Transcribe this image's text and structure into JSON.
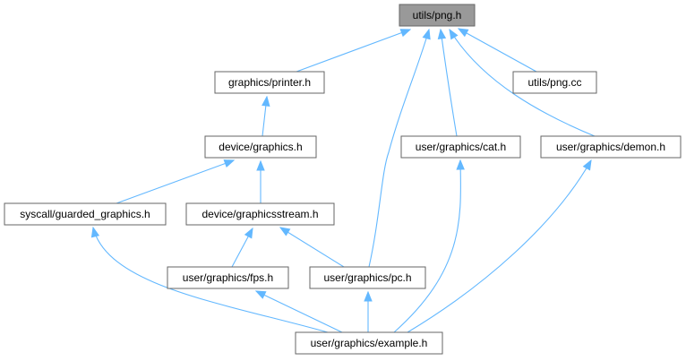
{
  "colors": {
    "edge": "#63b8ff",
    "node_fill": "#ffffff",
    "node_border": "#666666",
    "root_fill": "#999999",
    "text": "#000000"
  },
  "nodes": {
    "utils_png_h": "utils/png.h",
    "graphics_printer_h": "graphics/printer.h",
    "utils_png_cc": "utils/png.cc",
    "device_graphics_h": "device/graphics.h",
    "user_graphics_cat_h": "user/graphics/cat.h",
    "user_graphics_demon_h": "user/graphics/demon.h",
    "syscall_guarded_graphics_h": "syscall/guarded_graphics.h",
    "device_graphicsstream_h": "device/graphicsstream.h",
    "user_graphics_fps_h": "user/graphics/fps.h",
    "user_graphics_pc_h": "user/graphics/pc.h",
    "user_graphics_example_h": "user/graphics/example.h"
  },
  "root_node": "utils_png_h",
  "edges": [
    {
      "from": "graphics_printer_h",
      "to": "utils_png_h"
    },
    {
      "from": "user_graphics_pc_h",
      "to": "utils_png_h"
    },
    {
      "from": "user_graphics_cat_h",
      "to": "utils_png_h"
    },
    {
      "from": "user_graphics_demon_h",
      "to": "utils_png_h"
    },
    {
      "from": "utils_png_cc",
      "to": "utils_png_h"
    },
    {
      "from": "device_graphics_h",
      "to": "graphics_printer_h"
    },
    {
      "from": "syscall_guarded_graphics_h",
      "to": "device_graphics_h"
    },
    {
      "from": "device_graphicsstream_h",
      "to": "device_graphics_h"
    },
    {
      "from": "user_graphics_example_h",
      "to": "syscall_guarded_graphics_h"
    },
    {
      "from": "user_graphics_fps_h",
      "to": "device_graphicsstream_h"
    },
    {
      "from": "user_graphics_pc_h",
      "to": "device_graphicsstream_h"
    },
    {
      "from": "user_graphics_example_h",
      "to": "user_graphics_fps_h"
    },
    {
      "from": "user_graphics_example_h",
      "to": "user_graphics_pc_h"
    },
    {
      "from": "user_graphics_example_h",
      "to": "user_graphics_cat_h"
    },
    {
      "from": "user_graphics_example_h",
      "to": "user_graphics_demon_h"
    }
  ]
}
